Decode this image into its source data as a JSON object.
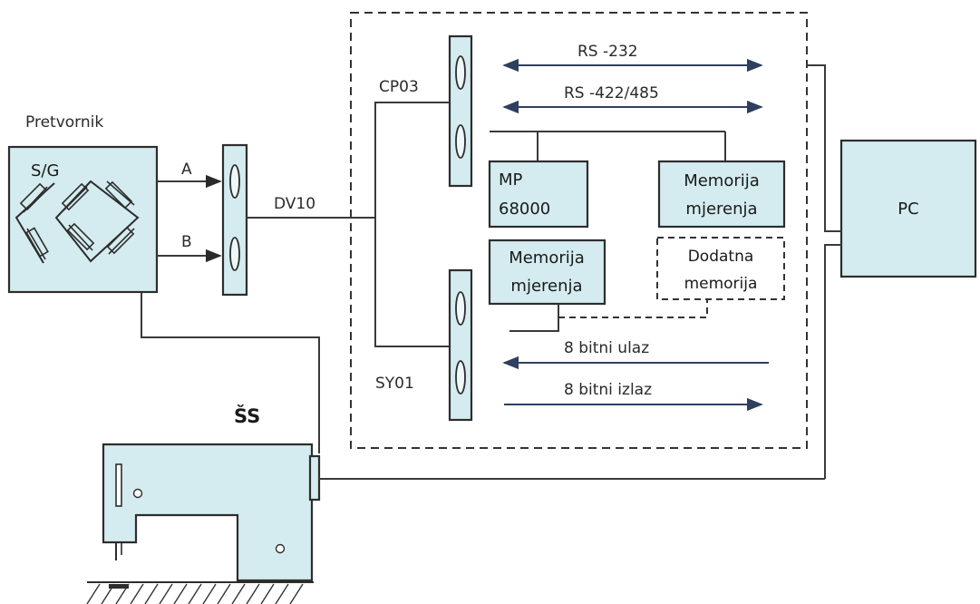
{
  "labels": {
    "transducer": "Pretvornik",
    "sg": "S/G",
    "channel_a": "A",
    "channel_b": "B",
    "dv10": "DV10",
    "cp03": "CP03",
    "sy01": "SY01",
    "rs232": "RS -232",
    "rs422": "RS -422/485",
    "mp_line1": "MP",
    "mp_line2": "68000",
    "mem1_line1": "Memorija",
    "mem1_line2": "mjerenja",
    "mem2_line1": "Memorija",
    "mem2_line2": "mjerenja",
    "extra_line1": "Dodatna",
    "extra_line2": "memorija",
    "in8": "8 bitni ulaz",
    "out8": "8 bitni izlaz",
    "pc": "PC",
    "machine": "ŠS"
  },
  "colors": {
    "block_fill": "#d4ecef",
    "outline": "#2d2d2d",
    "bus_arrow": "#2f3f5f"
  }
}
